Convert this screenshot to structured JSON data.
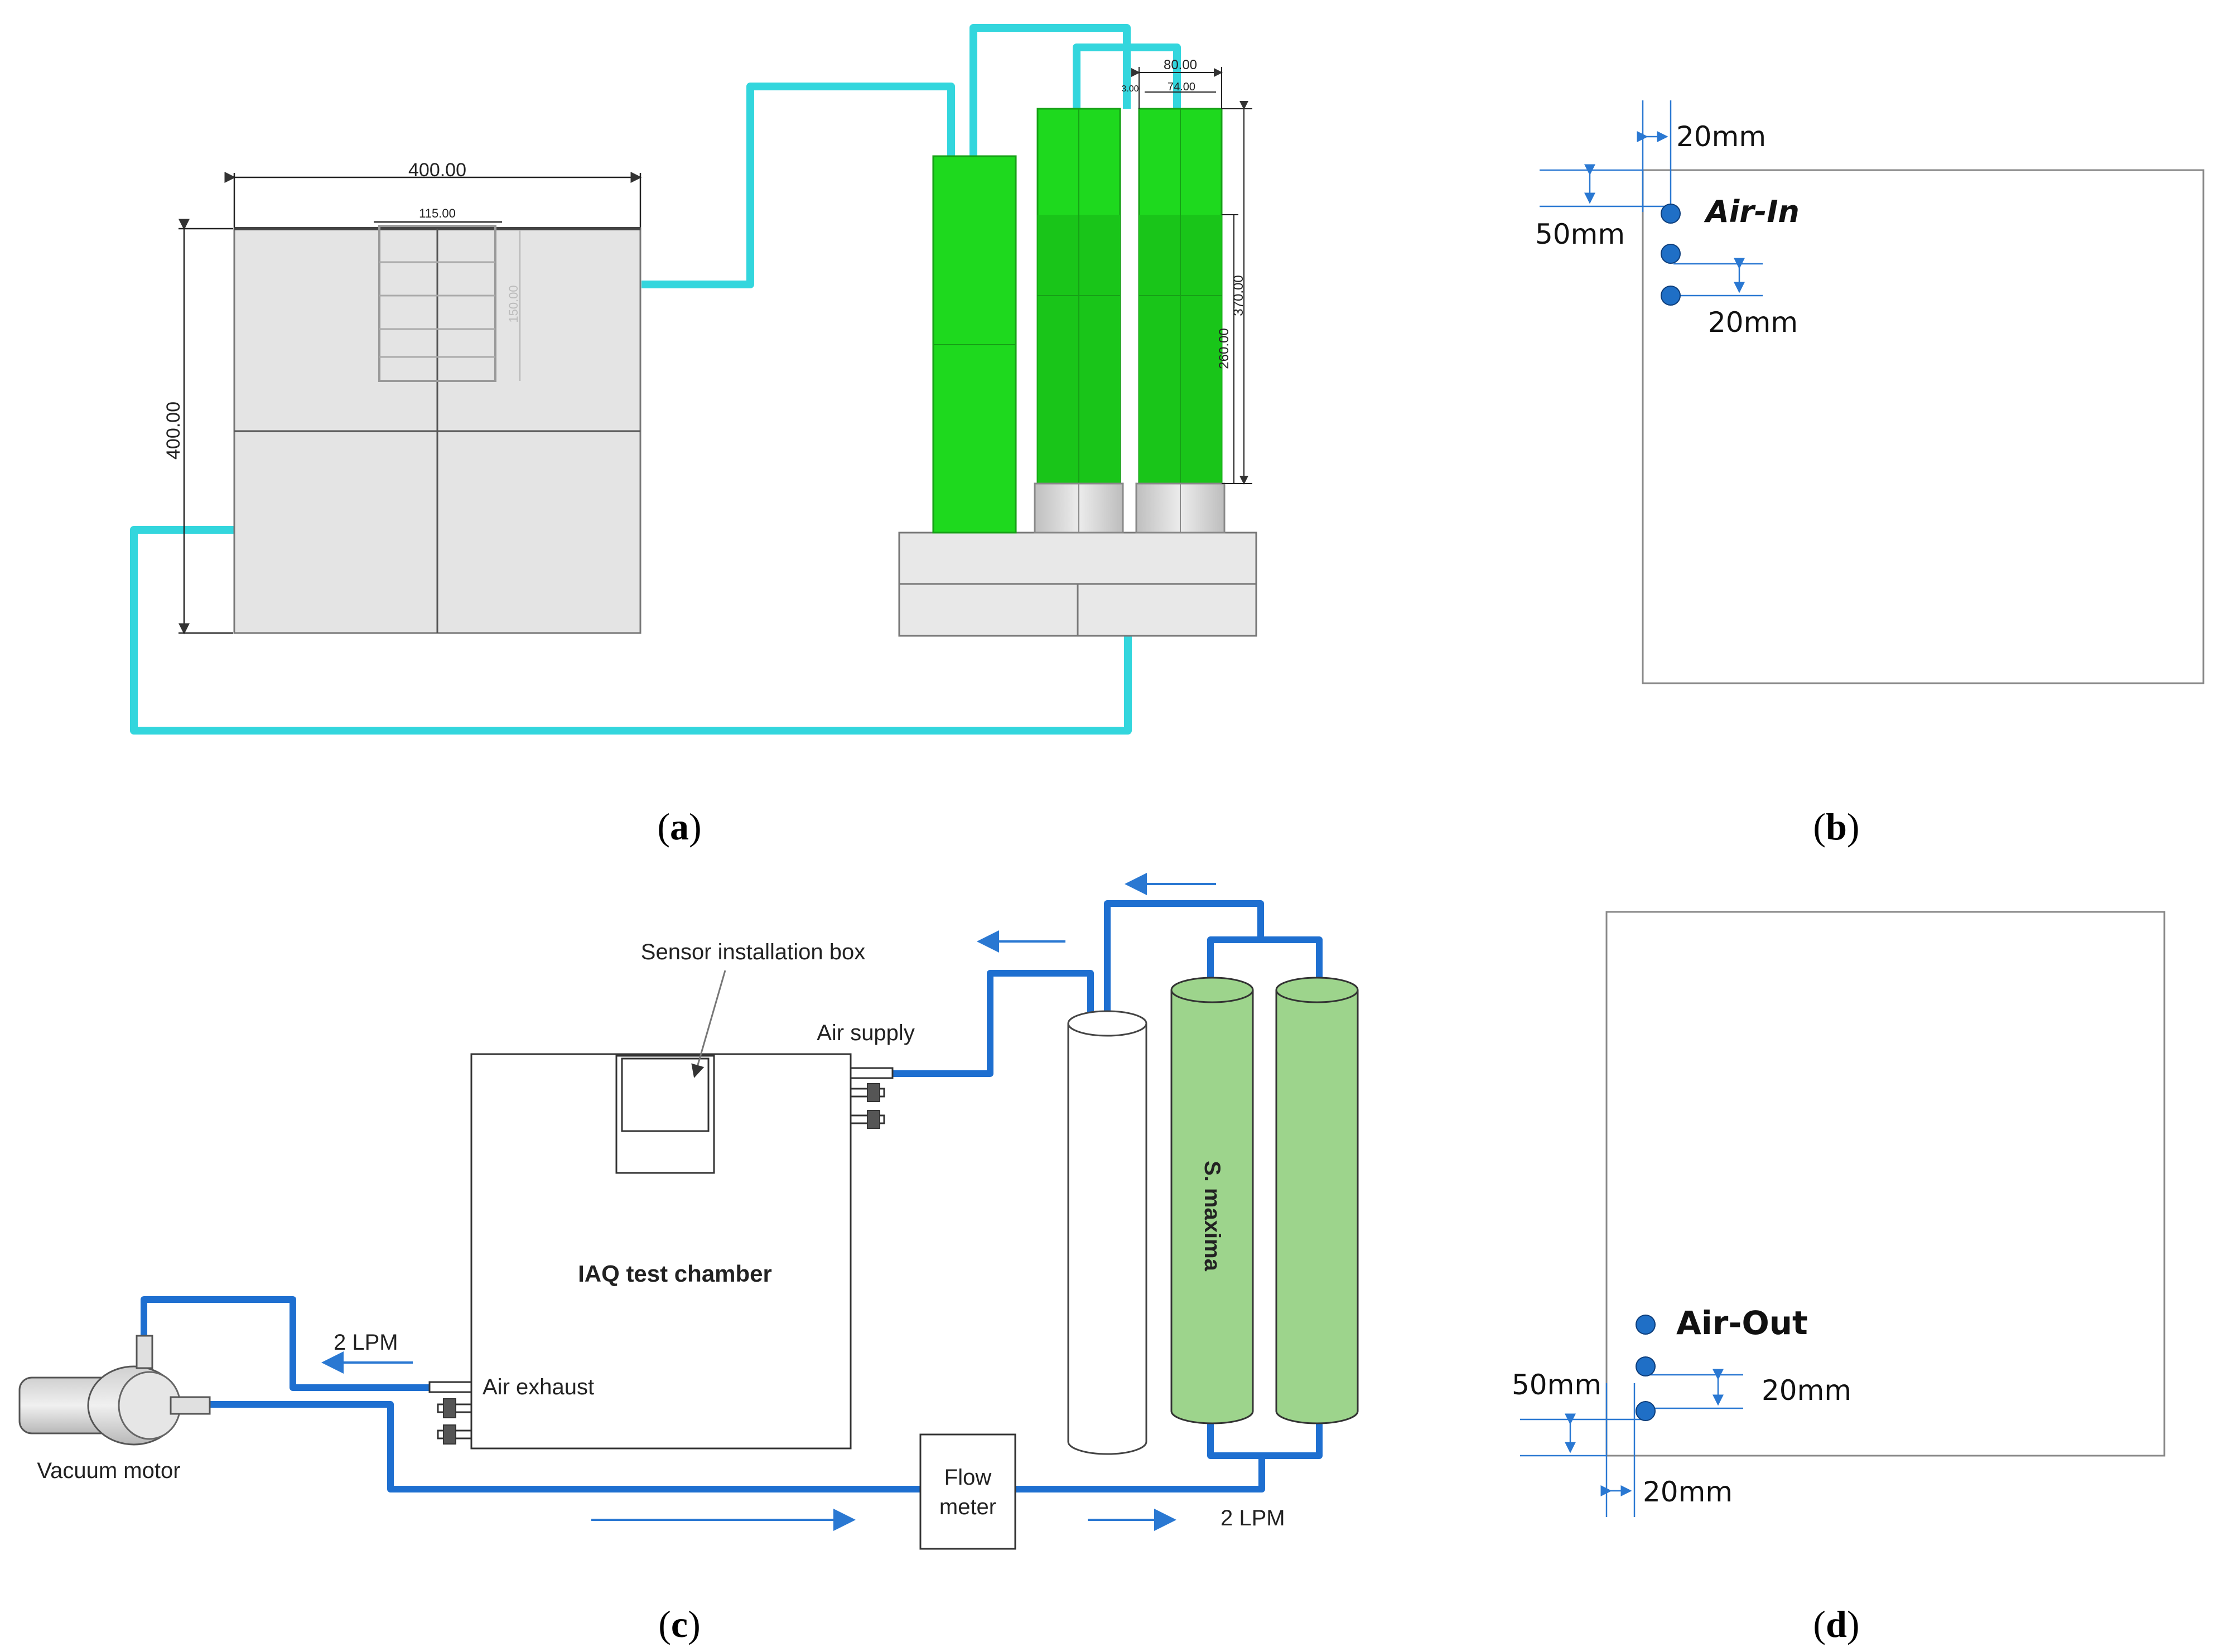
{
  "panels": {
    "a": {
      "caption_open": "(",
      "caption_letter": "a",
      "caption_close": ")",
      "dims": {
        "chamber_width": "400.00",
        "chamber_height": "400.00",
        "sensor_box_width": "115.00",
        "sensor_box_height": "150.00",
        "column_outer": "80.00",
        "column_wall": "3.00",
        "column_inner": "74.00",
        "column_height": "370.00",
        "media_height": "260.00"
      }
    },
    "b": {
      "caption_open": "(",
      "caption_letter": "b",
      "caption_close": ")",
      "label": "Air-In",
      "dim_top": "20mm",
      "dim_left": "50mm",
      "dim_spacing": "20mm"
    },
    "c": {
      "caption_open": "(",
      "caption_letter": "c",
      "caption_close": ")",
      "sensor_box": "Sensor installation box",
      "air_supply": "Air supply",
      "chamber": "IAQ test chamber",
      "air_exhaust": "Air exhaust",
      "flow_left": "2 LPM",
      "flow_right": "2 LPM",
      "vacuum": "Vacuum motor",
      "flow_meter_1": "Flow",
      "flow_meter_2": "meter",
      "plant": "S. maxima"
    },
    "d": {
      "caption_open": "(",
      "caption_letter": "d",
      "caption_close": ")",
      "label": "Air-Out",
      "dim_left": "50mm",
      "dim_spacing": "20mm",
      "dim_bottom": "20mm"
    }
  },
  "colors": {
    "tube_cyan": "#33d6dd",
    "tube_blue": "#1e6fd0",
    "column_green": "#1ed91e",
    "column_light_green": "#9dd48c",
    "dot_blue": "#1f6fc6",
    "arrow_blue": "#2a78d2",
    "chamber_gray": "#e4e4e4"
  }
}
